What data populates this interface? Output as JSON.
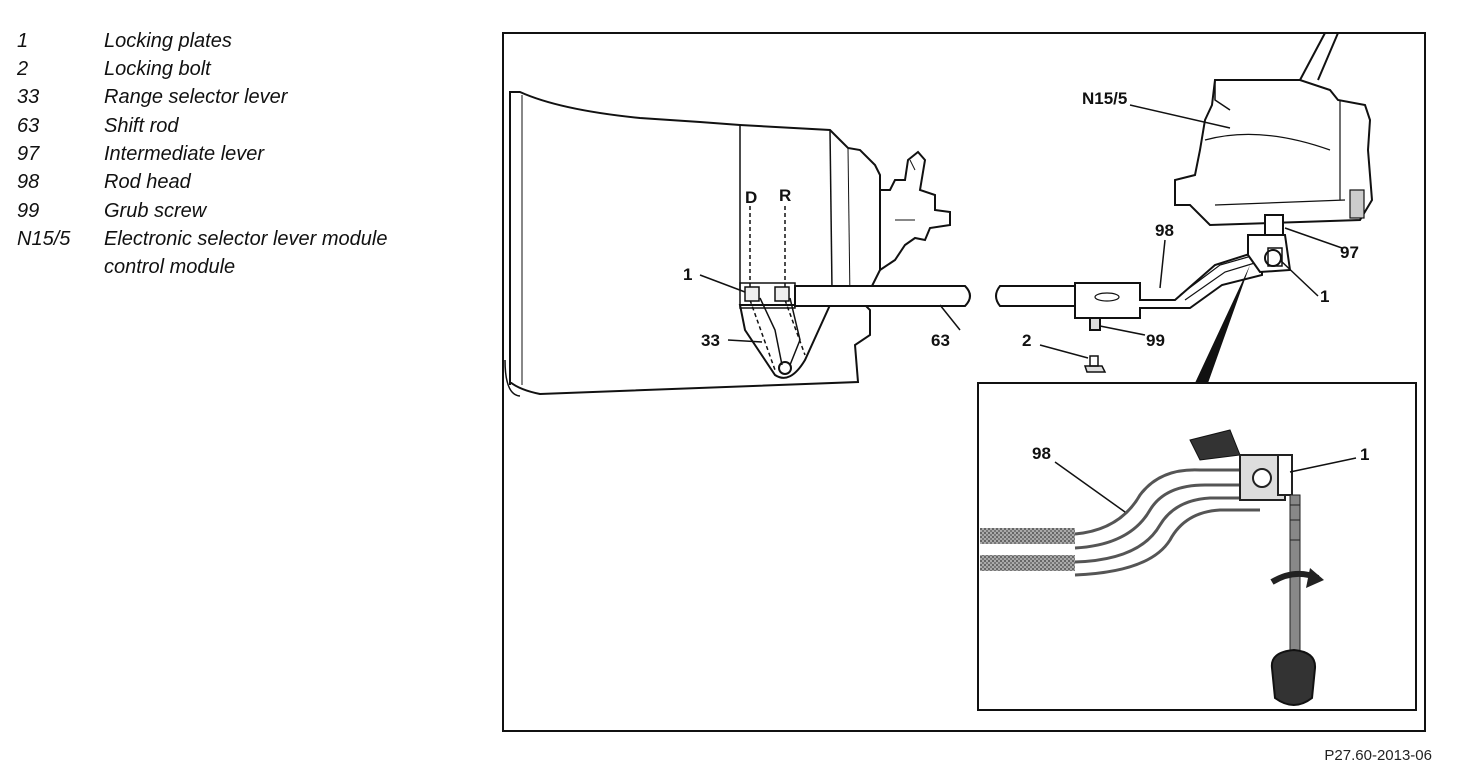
{
  "legend": [
    {
      "num": "1",
      "desc": "Locking plates"
    },
    {
      "num": "2",
      "desc": "Locking bolt"
    },
    {
      "num": "33",
      "desc": "Range selector lever"
    },
    {
      "num": "63",
      "desc": "Shift rod"
    },
    {
      "num": "97",
      "desc": "Intermediate lever"
    },
    {
      "num": "98",
      "desc": "Rod head"
    },
    {
      "num": "99",
      "desc": "Grub screw"
    },
    {
      "num": "N15/5",
      "desc": "Electronic selector lever module"
    },
    {
      "num": "",
      "desc": "control module"
    }
  ],
  "callouts": {
    "d": "D",
    "r": "R",
    "locking_plates_left": "1",
    "range_selector_lever": "33",
    "shift_rod": "63",
    "locking_bolt": "2",
    "grub_screw": "99",
    "rod_head": "98",
    "module": "N15/5",
    "intermediate_lever": "97",
    "locking_plates_right": "1",
    "inset_rod_head": "98",
    "inset_locking_plates": "1"
  },
  "figure_id": "P27.60-2013-06"
}
